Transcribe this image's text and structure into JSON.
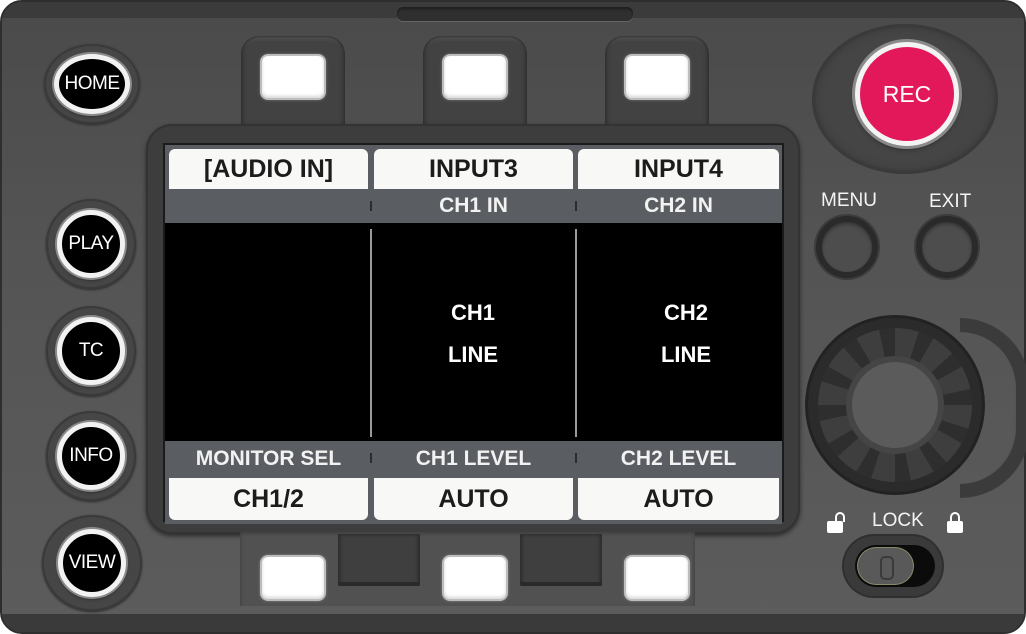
{
  "device": {
    "name": "camera-control-panel",
    "accent_color": "#e3185b",
    "screen_header_color": "#5a5d61",
    "tab_color": "#f8f8f6"
  },
  "left_buttons": [
    {
      "id": "home",
      "label": "HOME"
    },
    {
      "id": "play",
      "label": "PLAY"
    },
    {
      "id": "tc",
      "label": "TC"
    },
    {
      "id": "info",
      "label": "INFO"
    },
    {
      "id": "view",
      "label": "VIEW"
    }
  ],
  "screen": {
    "title": "[AUDIO IN]",
    "columns": [
      {
        "tab": "[AUDIO IN]",
        "sub_label": "",
        "line1": "",
        "line2": "",
        "footer_label": "MONITOR SEL",
        "footer_value": "CH1/2"
      },
      {
        "tab": "INPUT3",
        "sub_label": "CH1 IN",
        "line1": "CH1",
        "line2": "LINE",
        "footer_label": "CH1 LEVEL",
        "footer_value": "AUTO"
      },
      {
        "tab": "INPUT4",
        "sub_label": "CH2 IN",
        "line1": "CH2",
        "line2": "LINE",
        "footer_label": "CH2 LEVEL",
        "footer_value": "AUTO"
      }
    ]
  },
  "right_controls": {
    "rec_label": "REC",
    "menu_label": "MENU",
    "exit_label": "EXIT",
    "lock_label": "LOCK",
    "lock_state": "unlocked"
  },
  "icons": {
    "unlock": "unlocked-padlock-icon",
    "lock": "locked-padlock-icon"
  }
}
